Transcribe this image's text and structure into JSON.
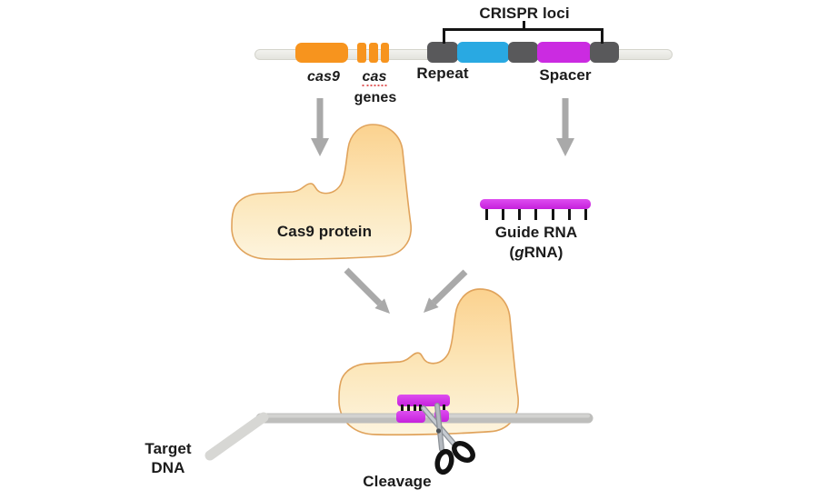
{
  "locus": {
    "bracket_label": "CRISPR loci",
    "cas9_label": "cas9",
    "cas_label": "cas",
    "genes_label": "genes",
    "repeat_label": "Repeat",
    "spacer_label": "Spacer",
    "cas9_gene_color": "#F7941E",
    "backbone_color": "#E9E9E4",
    "segments": [
      {
        "type": "repeat",
        "color": "#59595B"
      },
      {
        "type": "spacer",
        "color": "#29A9E2"
      },
      {
        "type": "repeat",
        "color": "#59595B"
      },
      {
        "type": "spacer",
        "color": "#CB2BE1"
      },
      {
        "type": "repeat",
        "color": "#59595B"
      }
    ]
  },
  "cas9_protein": {
    "label": "Cas9 protein",
    "fill_top": "#FBD28F",
    "fill_bottom": "#FDF4DE",
    "outline_color": "#E0A35C"
  },
  "guide_rna": {
    "label": "Guide RNA",
    "sublabel_open": "(",
    "sublabel_g": "g",
    "sublabel_rest": "RNA)",
    "color": "#CB2BE1",
    "tick_count": 7
  },
  "target_dna": {
    "label_line1": "Target",
    "label_line2": "DNA",
    "strand_color": "#BEBEBC"
  },
  "cleavage": {
    "label": "Cleavage"
  },
  "arrows": {
    "color": "#A9A9A9"
  }
}
